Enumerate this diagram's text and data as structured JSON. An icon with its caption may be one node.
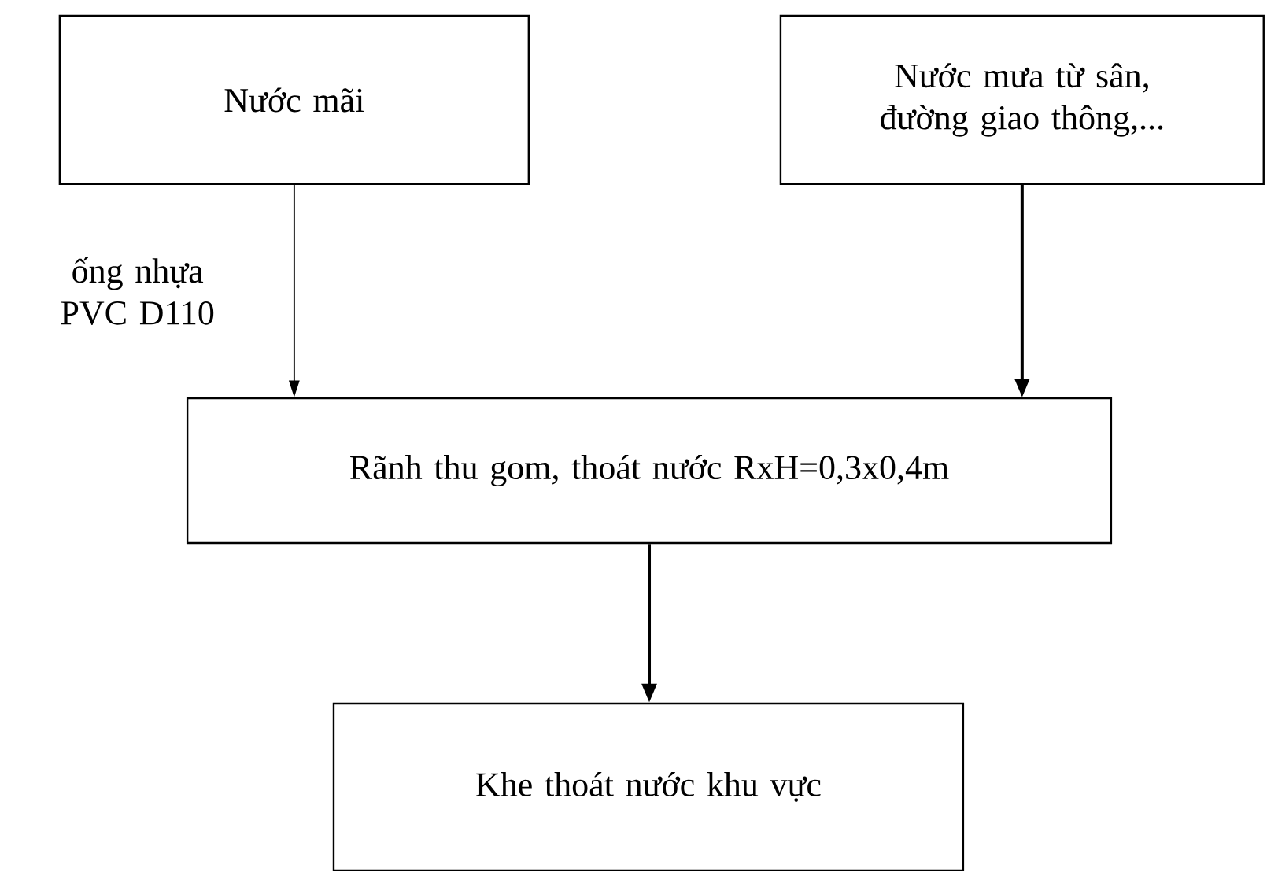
{
  "diagram": {
    "nodes": [
      {
        "text": [
          "Nước mãi"
        ]
      },
      {
        "text": [
          "Nước mưa từ sân, đường giao thông,..."
        ]
      },
      {
        "text": [
          "Rãnh thu gom, thoát nước RxH=0,3x0,4m"
        ]
      },
      {
        "text": [
          "Khe thoát nước khu vực"
        ]
      }
    ],
    "edges": [
      {
        "from": 0,
        "to": 2,
        "arrow": "to",
        "label": "ống nhựa PVC D110"
      },
      {
        "from": 1,
        "to": 2,
        "arrow": "to"
      },
      {
        "from": 2,
        "to": 3,
        "arrow": "to"
      }
    ]
  }
}
